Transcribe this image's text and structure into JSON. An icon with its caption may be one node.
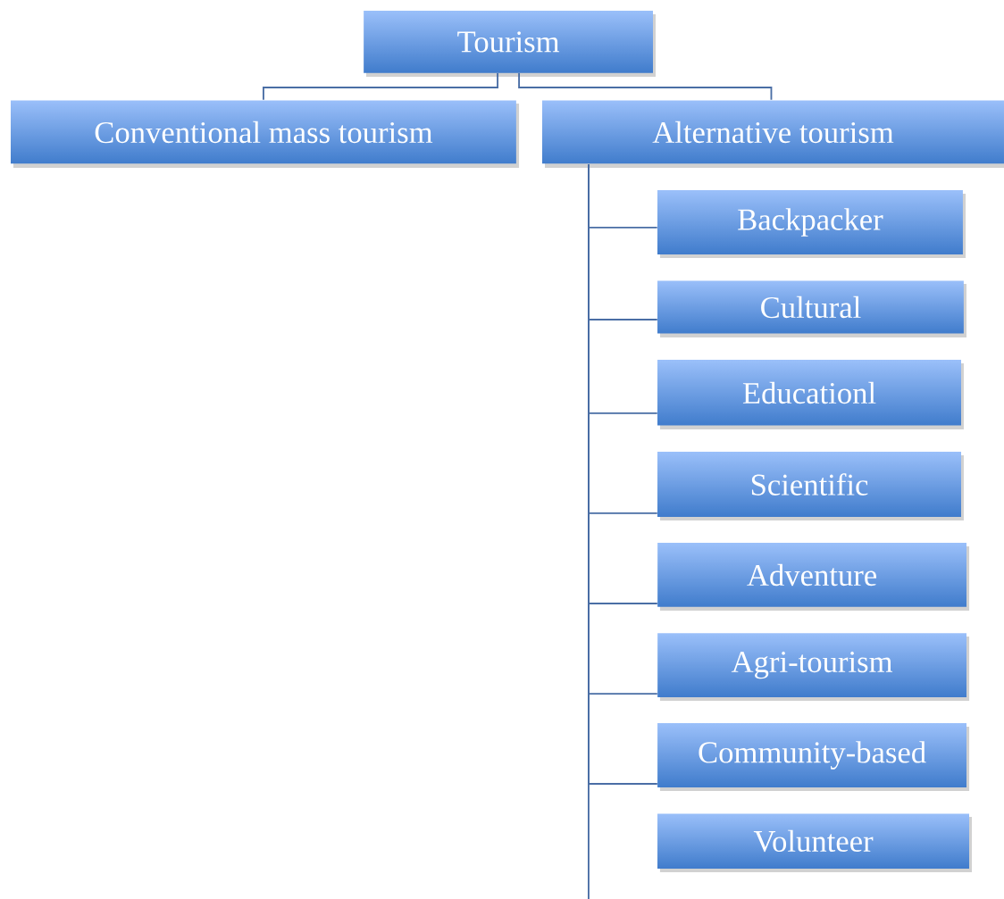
{
  "diagram": {
    "nodes": [
      {
        "text": [
          "Tourism"
        ]
      },
      {
        "text": [
          "Conventional mass tourism"
        ]
      },
      {
        "text": [
          "Alternative tourism"
        ]
      },
      {
        "text": [
          "Backpacker"
        ]
      },
      {
        "text": [
          "Cultural"
        ]
      },
      {
        "text": [
          "Educationl"
        ]
      },
      {
        "text": [
          "Scientific"
        ]
      },
      {
        "text": [
          "Adventure"
        ]
      },
      {
        "text": [
          "Agri-tourism"
        ]
      },
      {
        "text": [
          "Community-based"
        ]
      },
      {
        "text": [
          "Volunteer"
        ]
      }
    ],
    "edges": [
      {
        "from": 0,
        "to": 1,
        "arrow": "none"
      },
      {
        "from": 0,
        "to": 2,
        "arrow": "none"
      },
      {
        "from": 2,
        "to": 3,
        "arrow": "none"
      },
      {
        "from": 2,
        "to": 4,
        "arrow": "none"
      },
      {
        "from": 2,
        "to": 5,
        "arrow": "none"
      },
      {
        "from": 2,
        "to": 6,
        "arrow": "none"
      },
      {
        "from": 2,
        "to": 7,
        "arrow": "none"
      },
      {
        "from": 2,
        "to": 8,
        "arrow": "none"
      },
      {
        "from": 2,
        "to": 9,
        "arrow": "none"
      }
    ]
  }
}
